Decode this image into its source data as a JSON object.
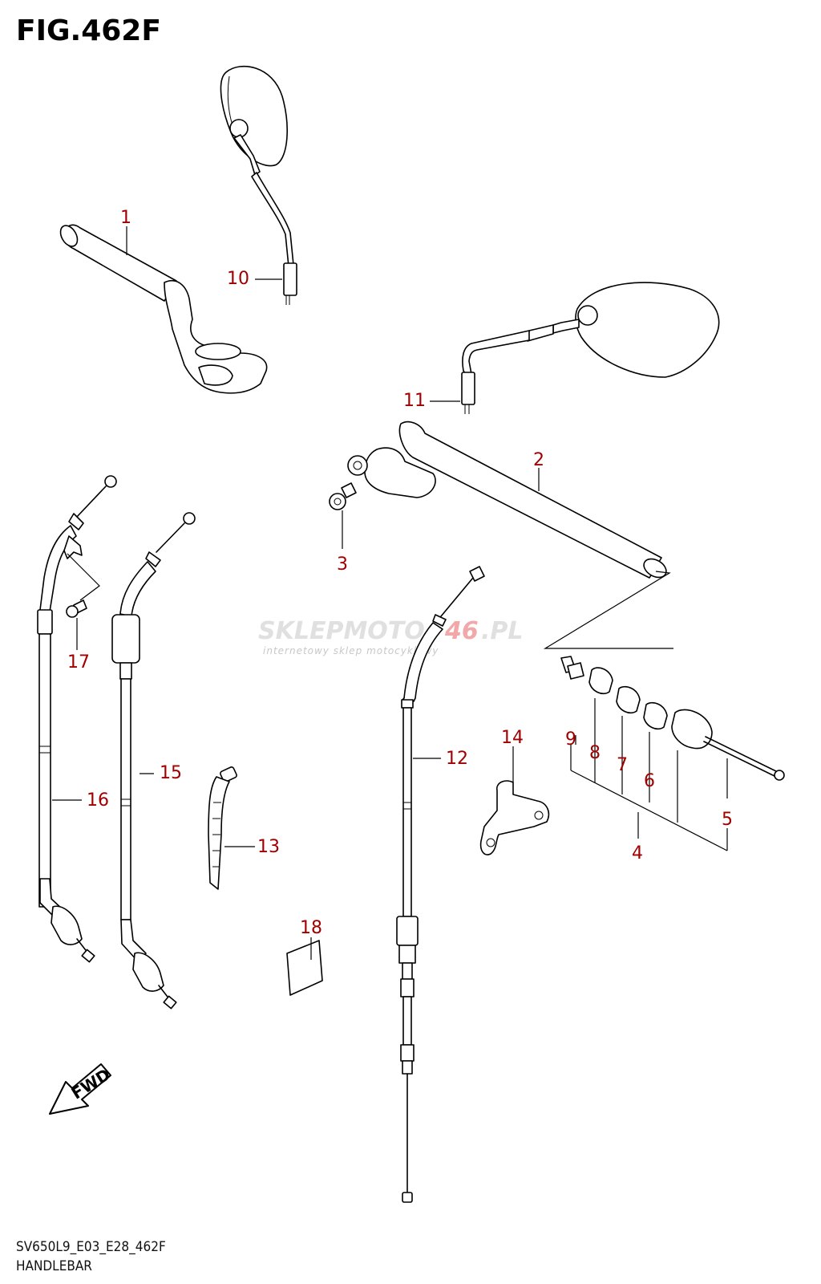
{
  "figure_title": "FIG.462F",
  "footer_code": "SV650L9_E03_E28_462F",
  "footer_name": "HANDLEBAR",
  "watermark": {
    "brand_left": "SKLEPMOTO",
    "brand_right": ".PL",
    "brand_number": "46",
    "tagline": "internetowy sklep motocyklowy"
  },
  "fwd_label": "FWD",
  "callouts": {
    "c1": "1",
    "c2": "2",
    "c3": "3",
    "c4": "4",
    "c5": "5",
    "c6": "6",
    "c7": "7",
    "c8": "8",
    "c9": "9",
    "c10": "10",
    "c11": "11",
    "c12": "12",
    "c13": "13",
    "c14": "14",
    "c15": "15",
    "c16": "16",
    "c17": "17",
    "c18": "18"
  },
  "colors": {
    "callout": "#a00000",
    "linework": "#000000",
    "background": "#ffffff"
  }
}
